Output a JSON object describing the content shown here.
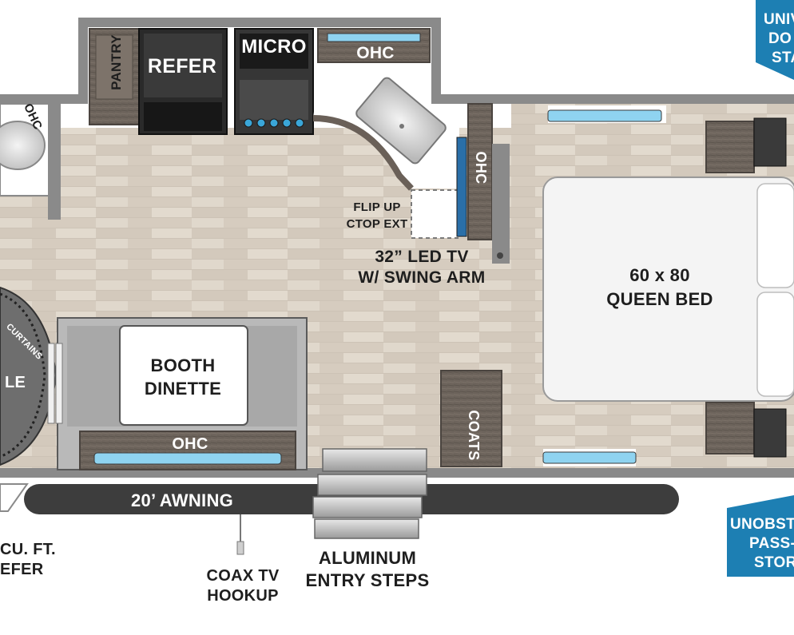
{
  "labels": {
    "pantry": "PANTRY",
    "refer": "REFER",
    "micro": "MICRO",
    "ohc": "OHC",
    "flip_up_line1": "FLIP UP",
    "flip_up_line2": "CTOP EXT",
    "tv_line1": "32” LED TV",
    "tv_line2": "W/ SWING ARM",
    "bed_line1": "60 x 80",
    "bed_line2": "QUEEN BED",
    "booth_line1": "BOOTH",
    "booth_line2": "DINETTE",
    "coats": "COATS",
    "awning": "20’ AWNING",
    "curtains": "CURTAINS",
    "le_fragment": "LE",
    "fridge_line1": "CU. FT.",
    "fridge_line2": "EFER",
    "coax_line1": "COAX TV",
    "coax_line2": "HOOKUP",
    "steps_line1": "ALUMINUM",
    "steps_line2": "ENTRY STEPS"
  },
  "callouts": {
    "top_right": {
      "line1": "UNIV",
      "line2": "DO",
      "line3": "STA"
    },
    "bottom_right": {
      "line1": "UNOBST",
      "line2": "PASS-T",
      "line3": "STOR"
    }
  },
  "colors": {
    "callout_blue": "#1d7fb3",
    "wall_gray": "#6f6f6f",
    "floor_wood": "#d9d0c4",
    "cabinet_dark": "#6a6058",
    "window_blue": "#8fd3f0"
  }
}
